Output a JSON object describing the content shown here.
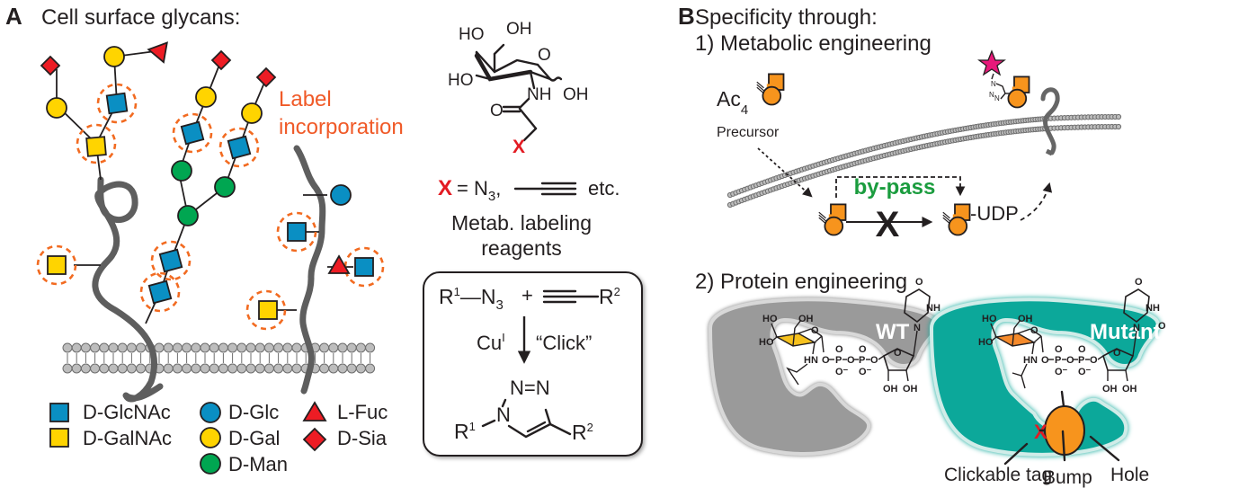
{
  "panel_a": {
    "letter": "A",
    "title": "Cell surface glycans:",
    "label_incorporation_line1": "Label",
    "label_incorporation_line2": "incorporation",
    "legend": [
      {
        "symbol": "square",
        "color": "#0a8fc3",
        "label": "D-GlcNAc"
      },
      {
        "symbol": "square",
        "color": "#ffd400",
        "label": "D-GalNAc"
      },
      {
        "symbol": "circle",
        "color": "#0a8fc3",
        "label": "D-Glc"
      },
      {
        "symbol": "circle",
        "color": "#ffd400",
        "label": "D-Gal"
      },
      {
        "symbol": "circle",
        "color": "#00a651",
        "label": "D-Man"
      },
      {
        "symbol": "triangle",
        "color": "#ed1c24",
        "label": "L-Fuc"
      },
      {
        "symbol": "diamond",
        "color": "#ed1c24",
        "label": "D-Sia"
      }
    ],
    "reagent": {
      "atoms": {
        "ho1": "HO",
        "oh1": "OH",
        "ring_o": "O",
        "ho2": "HO",
        "nh": "NH",
        "oh2": "OH",
        "carbonyl_o": "O",
        "x": "X"
      },
      "x_def_x": "X",
      "x_def_eq": "= N",
      "x_def_sub": "3",
      "x_def_comma": ",",
      "x_def_etc": "etc.",
      "caption_line1": "Metab. labeling",
      "caption_line2": "reagents"
    },
    "click_box": {
      "r1": "R",
      "sup1": "1",
      "n3": "—N",
      "sub3": "3",
      "plus": "+",
      "r2": "R",
      "sup2": "2",
      "catalyst": "Cu",
      "catalyst_sup": "I",
      "reaction_name": "“Click”",
      "triazole_n1": "N",
      "triazole_nn": "N=N",
      "prod_r1": "R",
      "prod_sup1": "1",
      "prod_r2": "R",
      "prod_sup2": "2"
    },
    "colors": {
      "glcnac": "#0a8fc3",
      "galnac": "#ffd400",
      "man": "#00a651",
      "fuc": "#ed1c24",
      "highlight": "#f26b21"
    }
  },
  "panel_b": {
    "letter": "B",
    "title": "Specificity through:",
    "section1": "1) Metabolic engineering",
    "precursor_ac": "Ac",
    "precursor_sub": "4",
    "precursor_label": "Precursor",
    "bypass_label": "by-pass",
    "udp_label": "-UDP",
    "blocked_mark": "X",
    "triazole_atoms": "N",
    "section2": "2) Protein engineering",
    "wt_label": "WT",
    "mutant_label": "Mutant",
    "udp_atoms": {
      "ho": "HO",
      "oh": "OH",
      "o": "O",
      "hn": "HN",
      "p": "P",
      "o_minus": "O⁻",
      "nh": "NH",
      "n": "N"
    },
    "tag_mark": "X",
    "callouts": [
      "Clickable tag",
      "Bump",
      "Hole"
    ],
    "colors": {
      "sugar": "#f7941d",
      "wt_protein": "#9a9a9a",
      "mutant_protein": "#0ca89a",
      "star": "#e8197a",
      "bypass": "#1a9c3e",
      "wt_sugar": "#f6c11e",
      "mutant_sugar": "#f58a2b"
    }
  }
}
